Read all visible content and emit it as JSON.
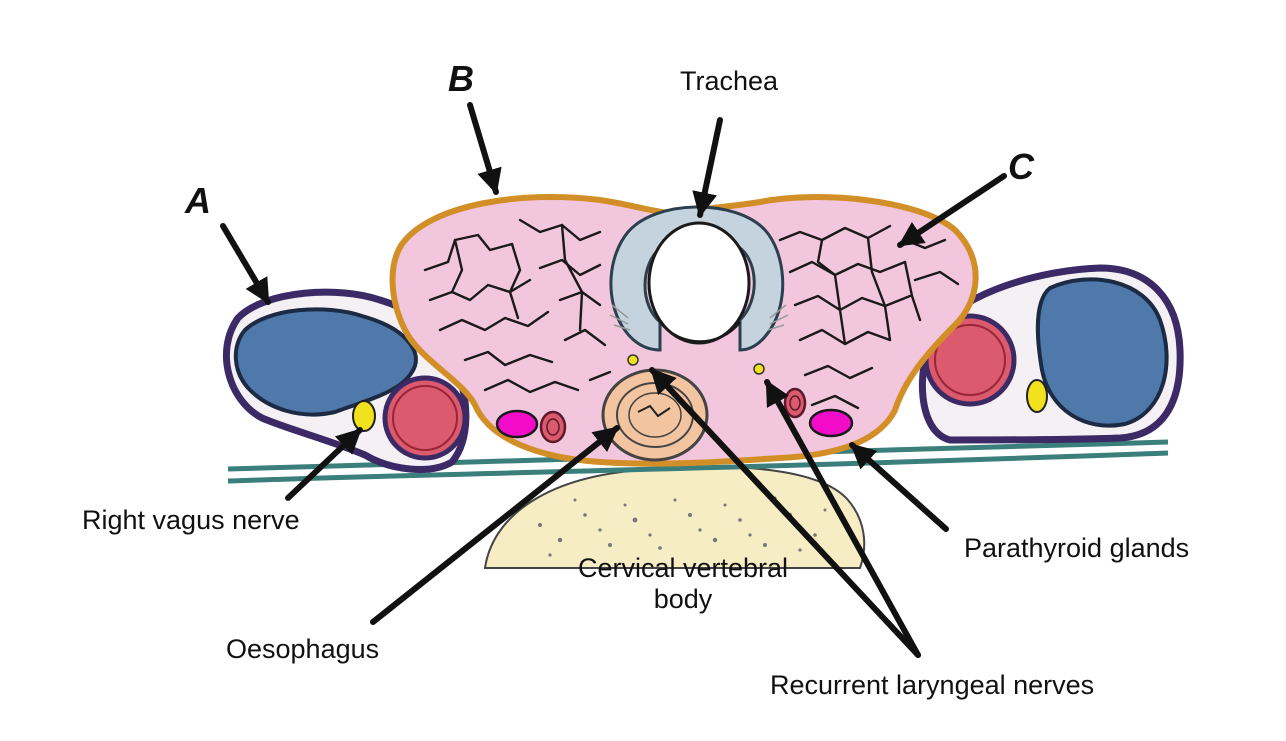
{
  "letters": {
    "a": "A",
    "b": "B",
    "c": "C"
  },
  "labels": {
    "trachea": "Trachea",
    "right_vagus": "Right vagus nerve",
    "parathyroid": "Parathyroid glands",
    "cervical_line1": "Cervical vertebral",
    "cervical_line2": "body",
    "oesophagus": "Oesophagus",
    "recurrent": "Recurrent laryngeal nerves"
  },
  "colors": {
    "thyroid_fill": "#f2c6dc",
    "capsule": "#d28f28",
    "trachea_ring": "#c4d3de",
    "vein_fill": "#4f79ab",
    "vein_outline": "#3b2a66",
    "artery_fill": "#dc5a6e",
    "parathyroid": "#f20bc8",
    "vagus": "#f1e21d",
    "oesophagus": "#f3c4a0",
    "vertebra": "#f6edc4",
    "fascia": "#3a7f7b"
  },
  "icons": [
    "arrow-icon"
  ]
}
